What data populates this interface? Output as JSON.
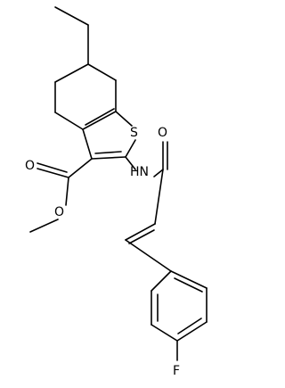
{
  "diagram": {
    "type": "chemical-structure",
    "colors": {
      "bond": "#000000",
      "label": "#000000",
      "background": "#ffffff"
    },
    "atom_labels": {
      "sulfur": "S",
      "carbonyl_oxygen_ester": "O",
      "ester_oxygen": "O",
      "amide_nitrogen": "HN",
      "amide_oxygen": "O",
      "fluorine": "F"
    }
  }
}
